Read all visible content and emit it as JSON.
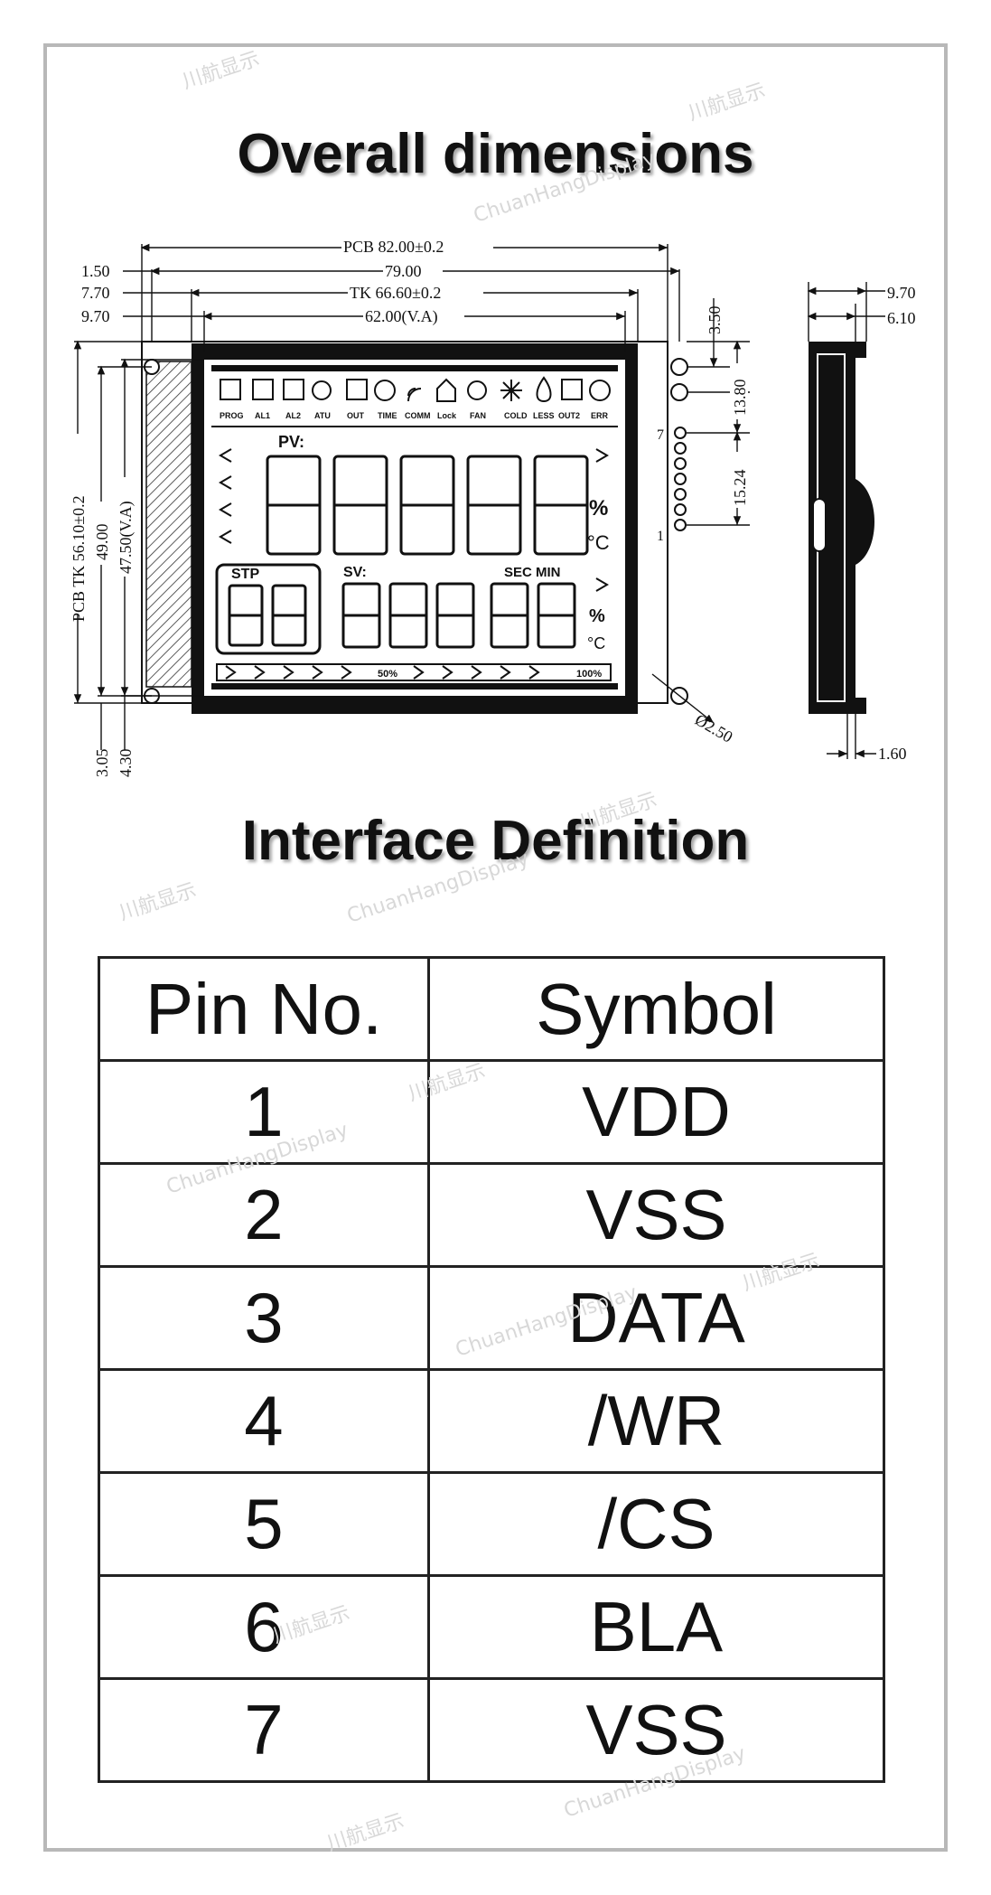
{
  "headings": {
    "overall": "Overall dimensions",
    "interface": "Interface Definition"
  },
  "dimensions": {
    "pcb_width": "PCB 82.00±0.2",
    "inner_79": "79.00",
    "tk_width": "TK 66.60±0.2",
    "va_width": "62.00(V.A)",
    "left_150": "1.50",
    "left_770": "7.70",
    "left_970": "9.70",
    "pcb_height": "PCB TK 56.10±0.2",
    "h_4900": "49.00",
    "h_va": "47.50(V.A)",
    "b_305": "3.05",
    "b_430": "4.30",
    "r_350": "3.50",
    "r_1380": "13.80",
    "r_1524": "15.24",
    "pin7": "7",
    "pin1": "1",
    "hole": "Ø2.50",
    "side_970": "9.70",
    "side_610": "6.10",
    "side_160": "1.60"
  },
  "lcd": {
    "icons": [
      "PROG",
      "AL1",
      "AL2",
      "ATU",
      "OUT",
      "TIME",
      "COMM",
      "Lock",
      "FAN",
      "COLD",
      "LESS",
      "OUT2",
      "ERR"
    ],
    "pv": "PV:",
    "sv": "SV:",
    "stp": "STP",
    "sec_min": "SEC MIN",
    "percent": "%",
    "celsius": "°C",
    "bar50": "50%",
    "bar100": "100%"
  },
  "table": {
    "headers": [
      "Pin No.",
      "Symbol"
    ],
    "rows": [
      [
        "1",
        "VDD"
      ],
      [
        "2",
        "VSS"
      ],
      [
        "3",
        "DATA"
      ],
      [
        "4",
        "/WR"
      ],
      [
        "5",
        "/CS"
      ],
      [
        "6",
        "BLA"
      ],
      [
        "7",
        "VSS"
      ]
    ]
  },
  "watermark": [
    "川航显示",
    "ChuanHangDisplay"
  ]
}
